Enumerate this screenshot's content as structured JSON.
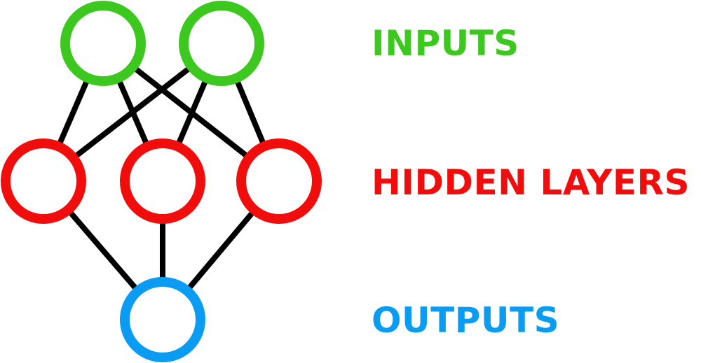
{
  "layers": [
    {
      "id": "inputs",
      "label": "INPUTS",
      "color": "#3cc81e",
      "nodes": 2
    },
    {
      "id": "hidden",
      "label": "HIDDEN LAYERS",
      "color": "#f20d0d",
      "nodes": 3
    },
    {
      "id": "outputs",
      "label": "OUTPUTS",
      "color": "#0a9cf2",
      "nodes": 1
    }
  ],
  "connection_color": "#000000",
  "connections": [
    [
      "inputs.0",
      "hidden.0"
    ],
    [
      "inputs.0",
      "hidden.1"
    ],
    [
      "inputs.0",
      "hidden.2"
    ],
    [
      "inputs.1",
      "hidden.0"
    ],
    [
      "inputs.1",
      "hidden.1"
    ],
    [
      "inputs.1",
      "hidden.2"
    ],
    [
      "hidden.0",
      "outputs.0"
    ],
    [
      "hidden.1",
      "outputs.0"
    ],
    [
      "hidden.2",
      "outputs.0"
    ]
  ]
}
